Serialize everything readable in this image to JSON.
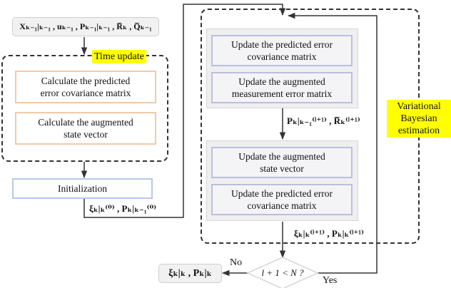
{
  "inputs": {
    "text": "Xₖ₋₁|ₖ₋₁ , uₖ₋₁ , Pₖ₋₁|ₖ₋₁ , R̅ₖ , Q̅ₖ₋₁"
  },
  "time_update": {
    "tag": "Time update",
    "step1": "Calculate the predicted\nerror covariance matrix",
    "step2": "Calculate the augmented\nstate vector"
  },
  "initialization": {
    "label": "Initialization",
    "output": "ξₖ|ₖ⁽⁰⁾ , Pₖ|ₖ₋₁⁽⁰⁾"
  },
  "vb": {
    "tag": "Variational\nBayesian\nestimation",
    "step1": "Update the predicted error\ncovariance matrix",
    "step2": "Update the augmented\nmeasurement error matrix",
    "mid": "Pₖ|ₖ₋₁⁽ˡ⁺¹⁾ , R̅ₖ⁽ˡ⁺¹⁾",
    "step3": "Update the augmented\nstate vector",
    "step4": "Update the predicted error\ncovariance matrix",
    "out": "ξₖ|ₖ⁽ˡ⁺¹⁾ , Pₖ|ₖ⁽ˡ⁺¹⁾"
  },
  "decision": {
    "condition": "l + 1 < N ?",
    "no_label": "No",
    "yes_label": "Yes"
  },
  "final_output": "ξₖ|ₖ , Pₖ|ₖ"
}
